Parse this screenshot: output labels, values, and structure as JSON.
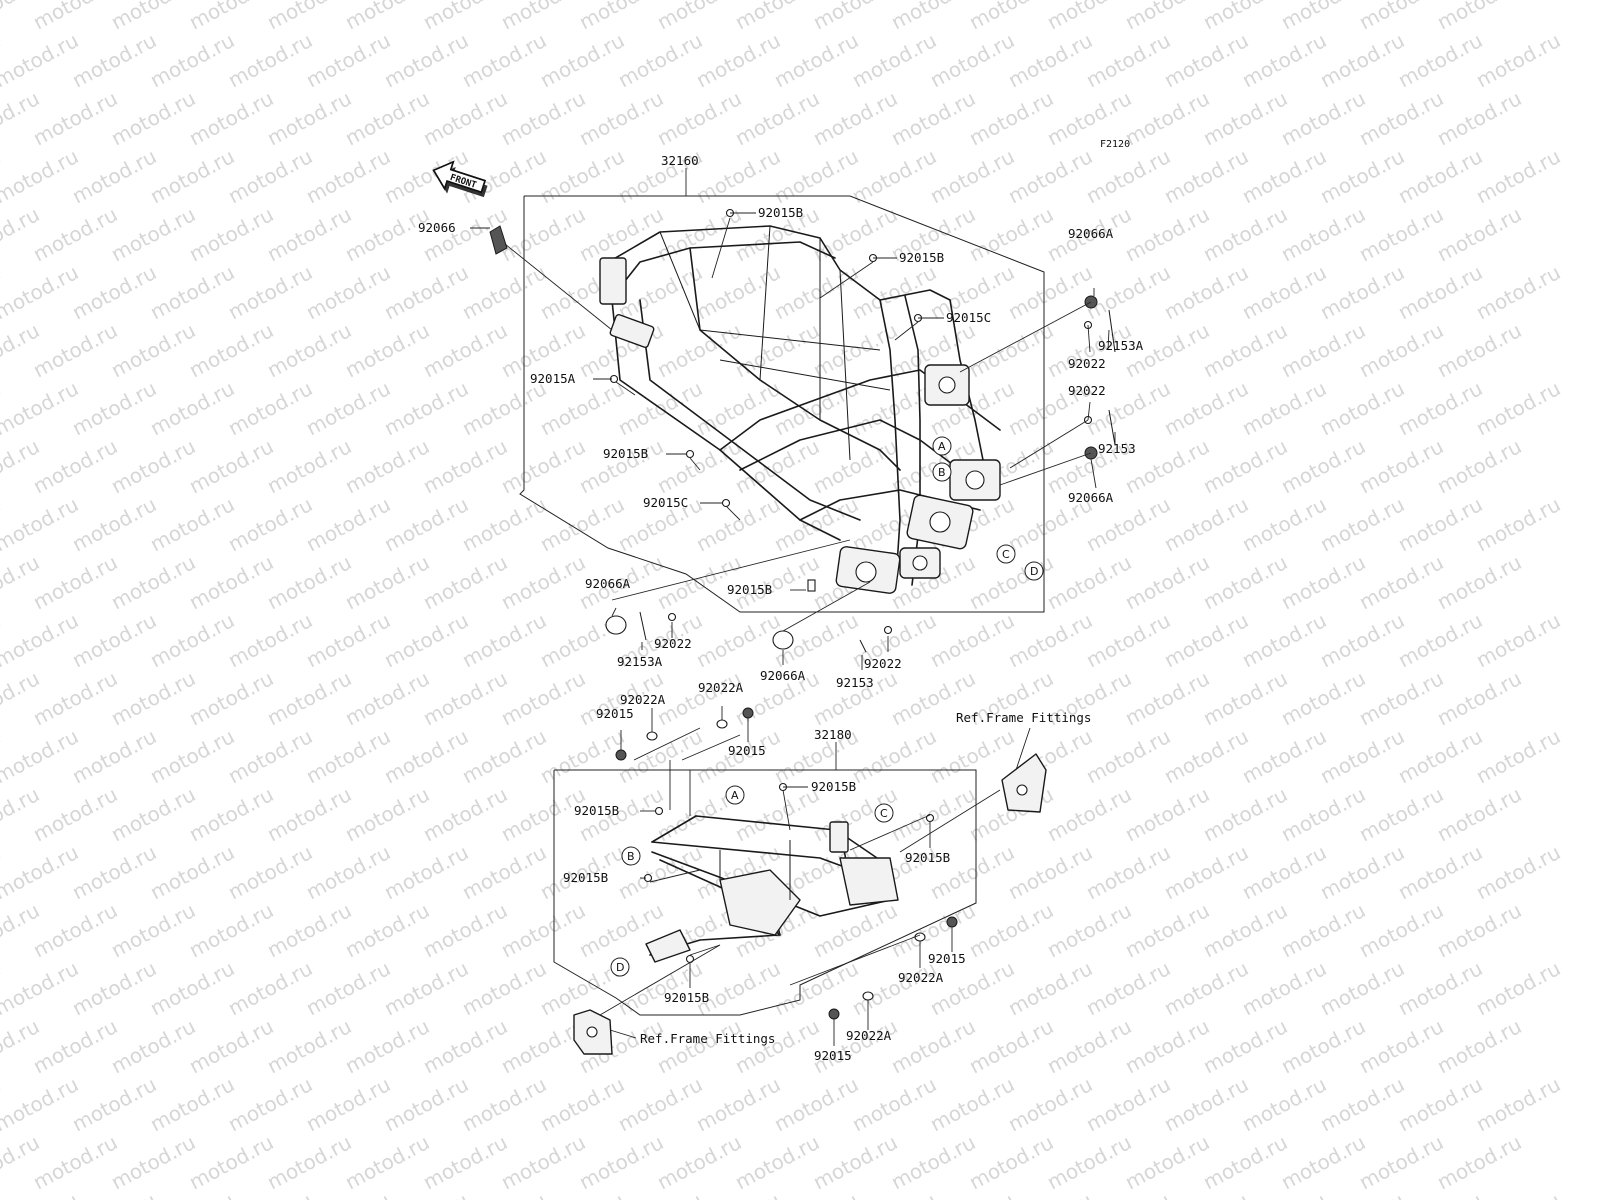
{
  "diagram_code": "F2120",
  "watermark": "motod.ru",
  "front_arrow_label": "FRONT",
  "labels": {
    "main_frame": "32160",
    "sub_frame": "32180",
    "l_92015B_1": "92015B",
    "l_92066": "92066",
    "l_92015B_2": "92015B",
    "l_92015C_1": "92015C",
    "l_92066A_1": "92066A",
    "l_92153A_1": "92153A",
    "l_92022_1": "92022",
    "l_92015A": "92015A",
    "l_92022_2": "92022",
    "l_92153_1": "92153",
    "l_92015B_3": "92015B",
    "l_92066A_2": "92066A",
    "l_92015C_2": "92015C",
    "l_92066A_3": "92066A",
    "l_92015B_4": "92015B",
    "l_92022_3": "92022",
    "l_92153A_2": "92153A",
    "l_92066A_4": "92066A",
    "l_92022_4": "92022",
    "l_92153_2": "92153",
    "l_92022A_1": "92022A",
    "l_92022A_2": "92022A",
    "l_92015_1": "92015",
    "l_92015_2": "92015",
    "ref_frame_fittings_1": "Ref.Frame Fittings",
    "l_92015B_5": "92015B",
    "l_92015B_6": "92015B",
    "l_92015B_7": "92015B",
    "l_92015B_8": "92015B",
    "l_92015_3": "92015",
    "l_92022A_3": "92022A",
    "l_92015B_9": "92015B",
    "ref_frame_fittings_2": "Ref.Frame Fittings",
    "l_92022A_4": "92022A",
    "l_92015_4": "92015"
  },
  "ref_marks": {
    "a": "A",
    "b": "B",
    "c": "C",
    "d": "D"
  }
}
